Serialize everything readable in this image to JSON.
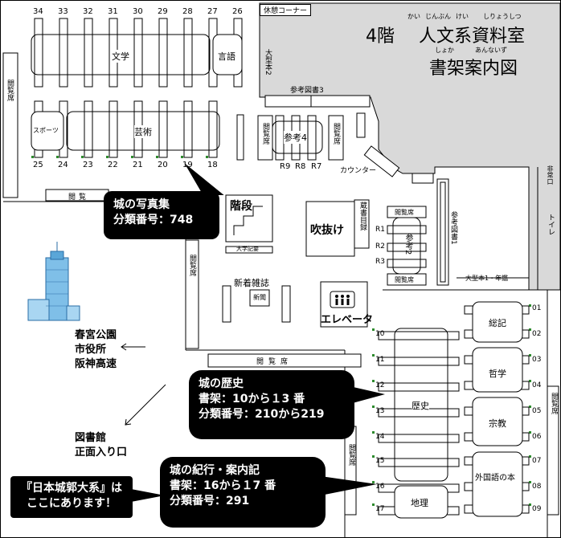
{
  "title": {
    "floor": "4階",
    "line1": "人文系資料室",
    "line2": "書架案内図",
    "ruby_line1": [
      "かい",
      "じんぶん",
      "けい",
      "しりょうしつ"
    ],
    "ruby_line2": [
      "しょか",
      "あんないず"
    ]
  },
  "labels": {
    "rest_corner": "休憩コーナー",
    "oversize2": "大型本2",
    "reference3": "参考図書3",
    "reference4": "参考4",
    "counter": "カウンター",
    "reading": "閲覧席",
    "reading_short": "閲覧",
    "stairs": "階段",
    "univ_records": "大学記要",
    "new_mag": "新着雑誌",
    "newspaper": "新聞",
    "atrium": "吹抜け",
    "elevator": "エレベータ",
    "catalog": "蔵書目録",
    "ref2": "参考2",
    "ref1": "参考図書1",
    "oversize1": "大型本1・年鑑",
    "emergency": "非常口",
    "toilet": "トイレ",
    "literature": "文学",
    "language": "言語",
    "sports": "スポーツ",
    "art": "芸術",
    "history": "歴史",
    "geography": "地理",
    "general": "総記",
    "philosophy": "哲学",
    "religion": "宗教",
    "foreign": "外国語の本"
  },
  "shelf_numbers_top": [
    "34",
    "33",
    "32",
    "31",
    "30",
    "29",
    "28",
    "27",
    "26"
  ],
  "shelf_numbers_mid": [
    "25",
    "24",
    "23",
    "22",
    "21",
    "20",
    "19",
    "18"
  ],
  "shelf_numbers_ref": [
    "R9",
    "R8",
    "R7"
  ],
  "shelf_numbers_r": [
    "R1",
    "R2",
    "R3"
  ],
  "shelf_numbers_hist": [
    "10",
    "11",
    "12",
    "13",
    "14",
    "15",
    "16",
    "17"
  ],
  "shelf_numbers_right": [
    "01",
    "02",
    "03",
    "04",
    "05",
    "06",
    "07",
    "08",
    "09"
  ],
  "callouts": {
    "castle_photo": {
      "line1": "城の写真集",
      "line2": "分類番号：748"
    },
    "castle_history": {
      "line1": "城の歴史",
      "line2": "書架：10から１3 番",
      "line3": "分類番号：210から219"
    },
    "castle_travel": {
      "line1": "城の紀行・案内記",
      "line2": "書架：16から１7 番",
      "line3": "分類番号：291"
    },
    "nihon_jokaku": {
      "line1": "『日本城郭大系』は",
      "line2": "ここにあります！"
    }
  },
  "destinations": {
    "upper": [
      "春宮公園",
      "市役所",
      "阪神高速"
    ],
    "lower": [
      "図書館",
      "正面入り口"
    ]
  }
}
